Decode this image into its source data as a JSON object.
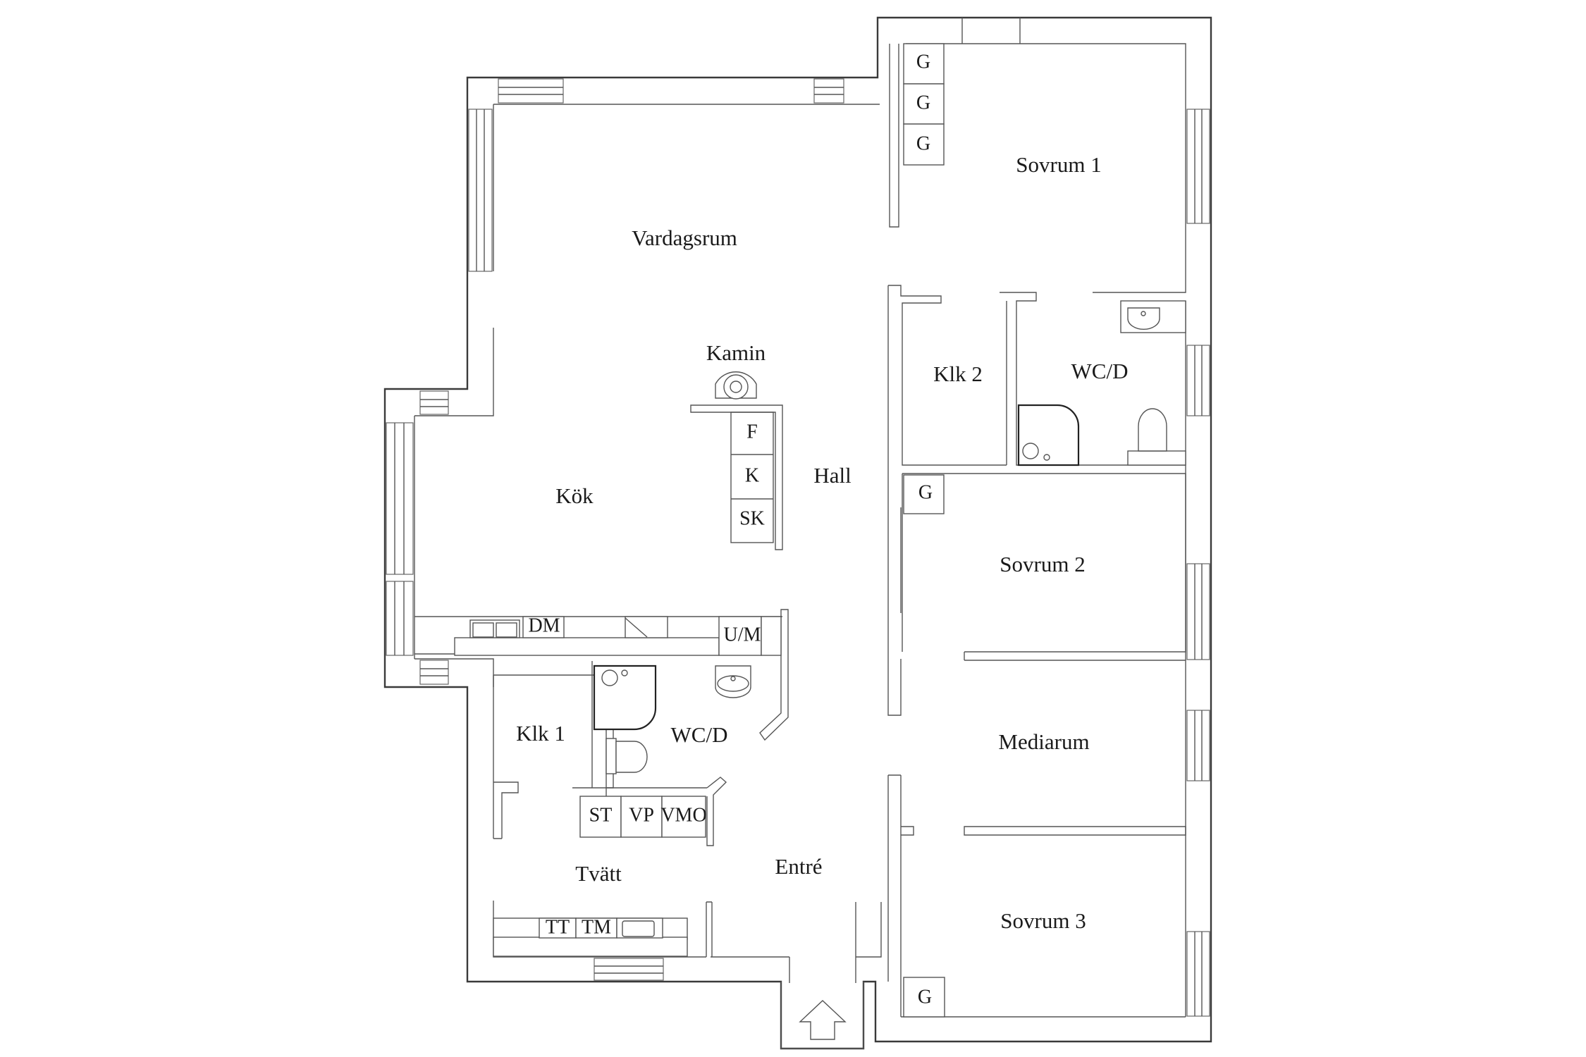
{
  "rooms": {
    "vardagsrum": "Vardagsrum",
    "kok": "Kök",
    "hall": "Hall",
    "kamin": "Kamin",
    "sovrum1": "Sovrum 1",
    "sovrum2": "Sovrum 2",
    "sovrum3": "Sovrum 3",
    "klk2": "Klk 2",
    "klk1": "Klk 1",
    "wcd_upper": "WC/D",
    "wcd_lower": "WC/D",
    "mediarum": "Mediarum",
    "tvatt": "Tvätt",
    "entre": "Entré"
  },
  "appliances": {
    "g_wardrobe": "G",
    "fridge": "F",
    "cooler": "K",
    "freezer": "SK",
    "dishwasher": "DM",
    "oven_micro": "U/M",
    "drying_cabinet": "ST",
    "water_heater": "VP",
    "ventilation_unit": "VMO",
    "tumble_dryer": "TT",
    "washing_machine": "TM"
  },
  "icons": {
    "entrance": "arrow-up-icon",
    "fireplace": "fireplace-icon"
  },
  "colors": {
    "wall": "#3a3a3a",
    "fixture": "#555555",
    "background": "#ffffff"
  }
}
